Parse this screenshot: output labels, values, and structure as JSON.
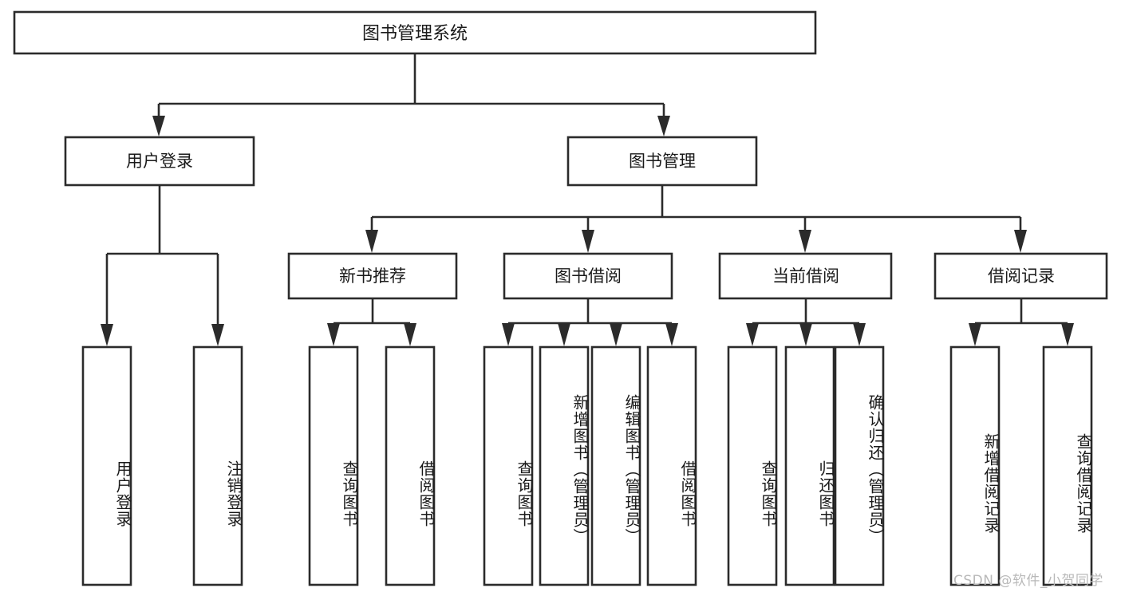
{
  "diagram": {
    "type": "tree-hierarchy",
    "title_node": {
      "label": "图书管理系统"
    },
    "level2": [
      {
        "label": "用户登录"
      },
      {
        "label": "图书管理"
      }
    ],
    "level3": [
      {
        "label": "新书推荐"
      },
      {
        "label": "图书借阅"
      },
      {
        "label": "当前借阅"
      },
      {
        "label": "借阅记录"
      }
    ],
    "leaves": {
      "user_login": [
        {
          "label": "用户登录"
        },
        {
          "label": "注销登录"
        }
      ],
      "new_book_recommend": [
        {
          "label": "查询图书"
        },
        {
          "label": "借阅图书"
        }
      ],
      "book_borrow": [
        {
          "label": "查询图书"
        },
        {
          "label": "新增图书（管理员）"
        },
        {
          "label": "编辑图书（管理员）"
        },
        {
          "label": "借阅图书"
        }
      ],
      "current_borrow": [
        {
          "label": "查询图书"
        },
        {
          "label": "归还图书"
        },
        {
          "label": "确认归还（管理员）"
        }
      ],
      "borrow_record": [
        {
          "label": "新增借阅记录"
        },
        {
          "label": "查询借阅记录"
        }
      ]
    }
  },
  "watermark": {
    "text": "CSDN @软件_小贺同学"
  },
  "colors": {
    "stroke": "#2b2b2b",
    "box_fill": "#ffffff",
    "text": "#1a1a1a",
    "watermark": "#b9b9b9",
    "background": "#ffffff"
  }
}
